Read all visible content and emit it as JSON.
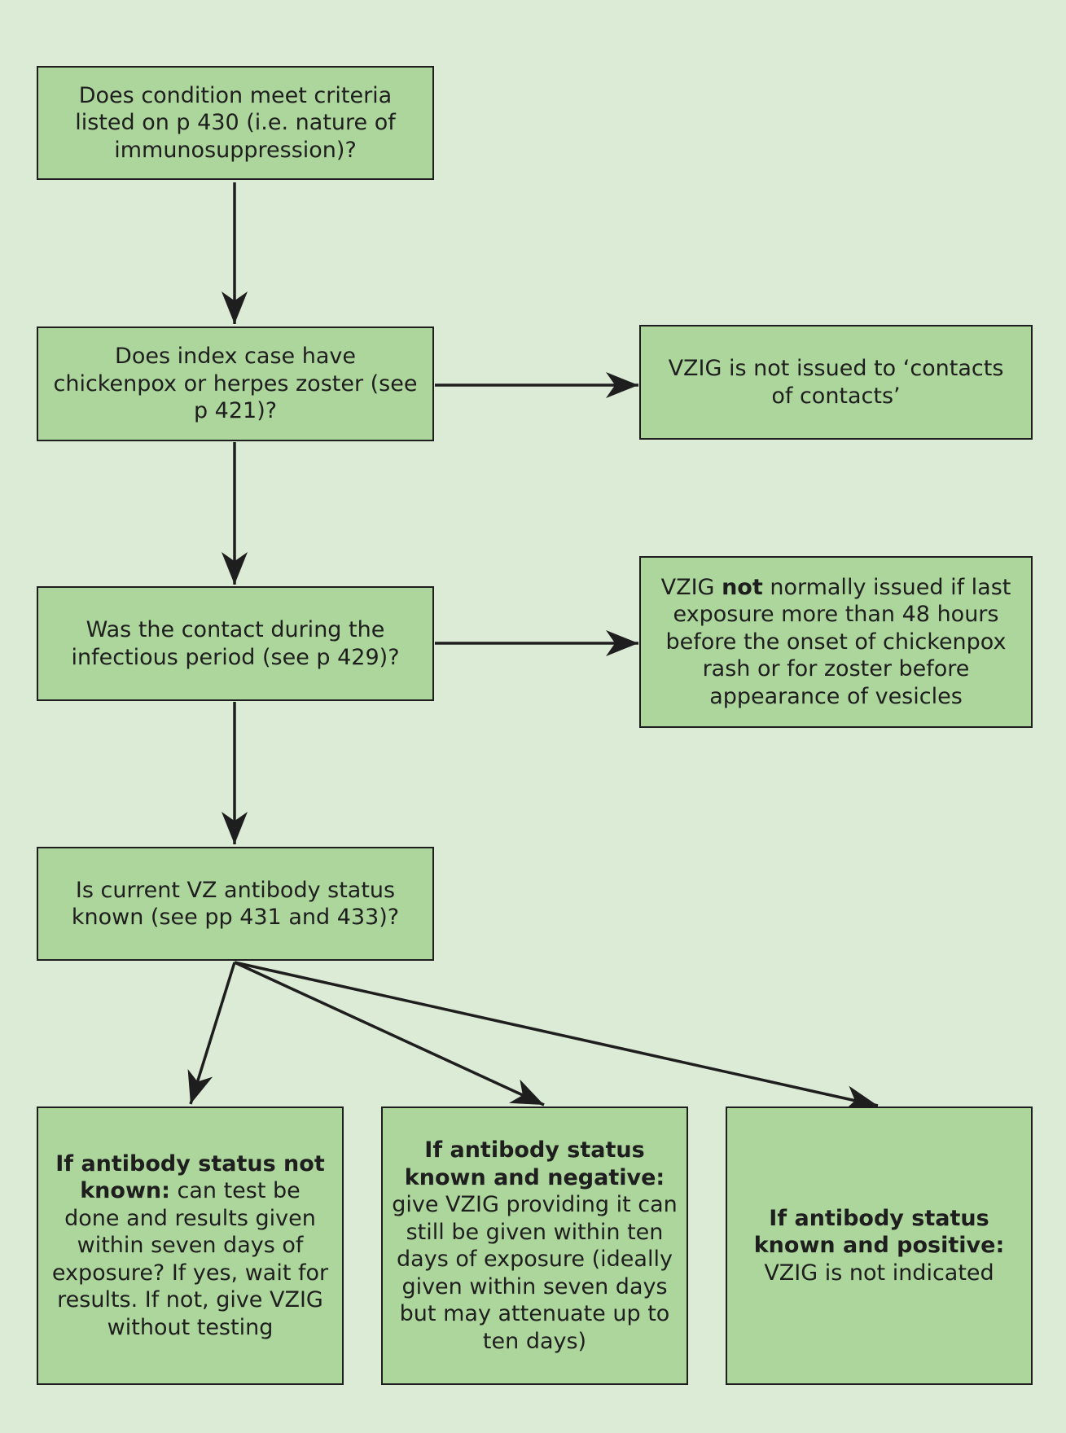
{
  "colors": {
    "background": "#dcebd5",
    "box_fill": "#acd69b",
    "line": "#1e1e1e"
  },
  "nodes": {
    "q1": {
      "text": "Does condition meet criteria listed on p 430 (i.e. nature of immunosuppression)?"
    },
    "q2": {
      "text": "Does index case have chickenpox or herpes zoster (see p 421)?"
    },
    "q3": {
      "text": "Was the contact during the infectious period (see p 429)?"
    },
    "q4": {
      "text": "Is current VZ antibody status known (see pp 431 and 433)?"
    },
    "r1": {
      "text": "VZIG is not issued to ‘contacts of contacts’"
    },
    "r2": {
      "text_before": "VZIG ",
      "bold": "not",
      "text_after": " normally issued if last exposure more than 48 hours before the onset of chickenpox rash or for zoster before appearance of vesicles"
    },
    "o1": {
      "bold": "If antibody status not known:",
      "text": " can test be done and results given within seven days of exposure? If yes, wait for results. If not, give VZIG without testing"
    },
    "o2": {
      "bold": "If antibody status known and negative:",
      "text": " give VZIG providing it can still be given within ten days of exposure (ideally given within seven days but may attenuate up to ten days)"
    },
    "o3": {
      "bold": "If antibody status known and positive:",
      "text": " VZIG is not indicated"
    }
  },
  "edges": [
    {
      "from": "q1",
      "to": "q2"
    },
    {
      "from": "q2",
      "to": "q3"
    },
    {
      "from": "q3",
      "to": "q4"
    },
    {
      "from": "q2",
      "to": "r1"
    },
    {
      "from": "q3",
      "to": "r2"
    },
    {
      "from": "q4",
      "to": "o1"
    },
    {
      "from": "q4",
      "to": "o2"
    },
    {
      "from": "q4",
      "to": "o3"
    }
  ]
}
